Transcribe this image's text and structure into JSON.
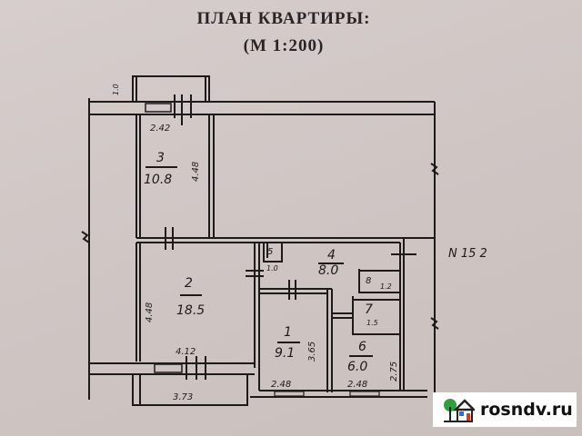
{
  "title": {
    "line1": "ПЛАН КВАРТИРЫ:",
    "line2": "(М 1:200)"
  },
  "apartment_number": "N 15 2",
  "rooms": [
    {
      "id": "1",
      "area": "9.1"
    },
    {
      "id": "2",
      "area": "18.5"
    },
    {
      "id": "3",
      "area": "10.8"
    },
    {
      "id": "4",
      "area": "8.0"
    },
    {
      "id": "5",
      "area": "1.0"
    },
    {
      "id": "6",
      "area": "6.0"
    },
    {
      "id": "7",
      "area": "1.5"
    },
    {
      "id": "8",
      "area": "1.2"
    }
  ],
  "dimensions": {
    "balcony_depth": "1.0",
    "room3_width": "2.42",
    "room3_length": "4.48",
    "room2_length": "4.48",
    "room2_width": "4.12",
    "balcony_width": "3.73",
    "room1_length": "3.65",
    "room1_width": "2.48",
    "room6_width": "2.48",
    "room6_length": "2.75"
  },
  "break_marks": [
    "≈",
    "≈",
    "≈",
    "≈"
  ],
  "watermark": {
    "text": "rosndv.ru",
    "icon": "house-tree-icon",
    "colors": {
      "tree": "#2e9e3e",
      "roof": "#222222",
      "window": "#2d6fd6",
      "door": "#d63a2d"
    }
  }
}
